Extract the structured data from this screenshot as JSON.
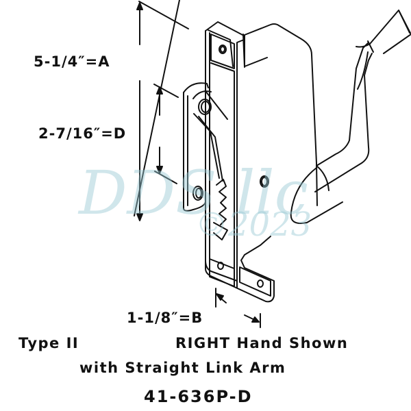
{
  "dimensions": {
    "a": "5-1/4″=A",
    "d": "2-7/16″=D",
    "b": "1-1/8″=B"
  },
  "caption": {
    "type": "Type II",
    "hand": "RIGHT Hand Shown",
    "arm": "with Straight Link Arm",
    "part_number": "41-636P-D"
  },
  "watermark": {
    "brand": "DDS llc",
    "year": "©2023",
    "color": "#a8d4dc"
  },
  "colors": {
    "line": "#111111",
    "background": "#ffffff"
  }
}
